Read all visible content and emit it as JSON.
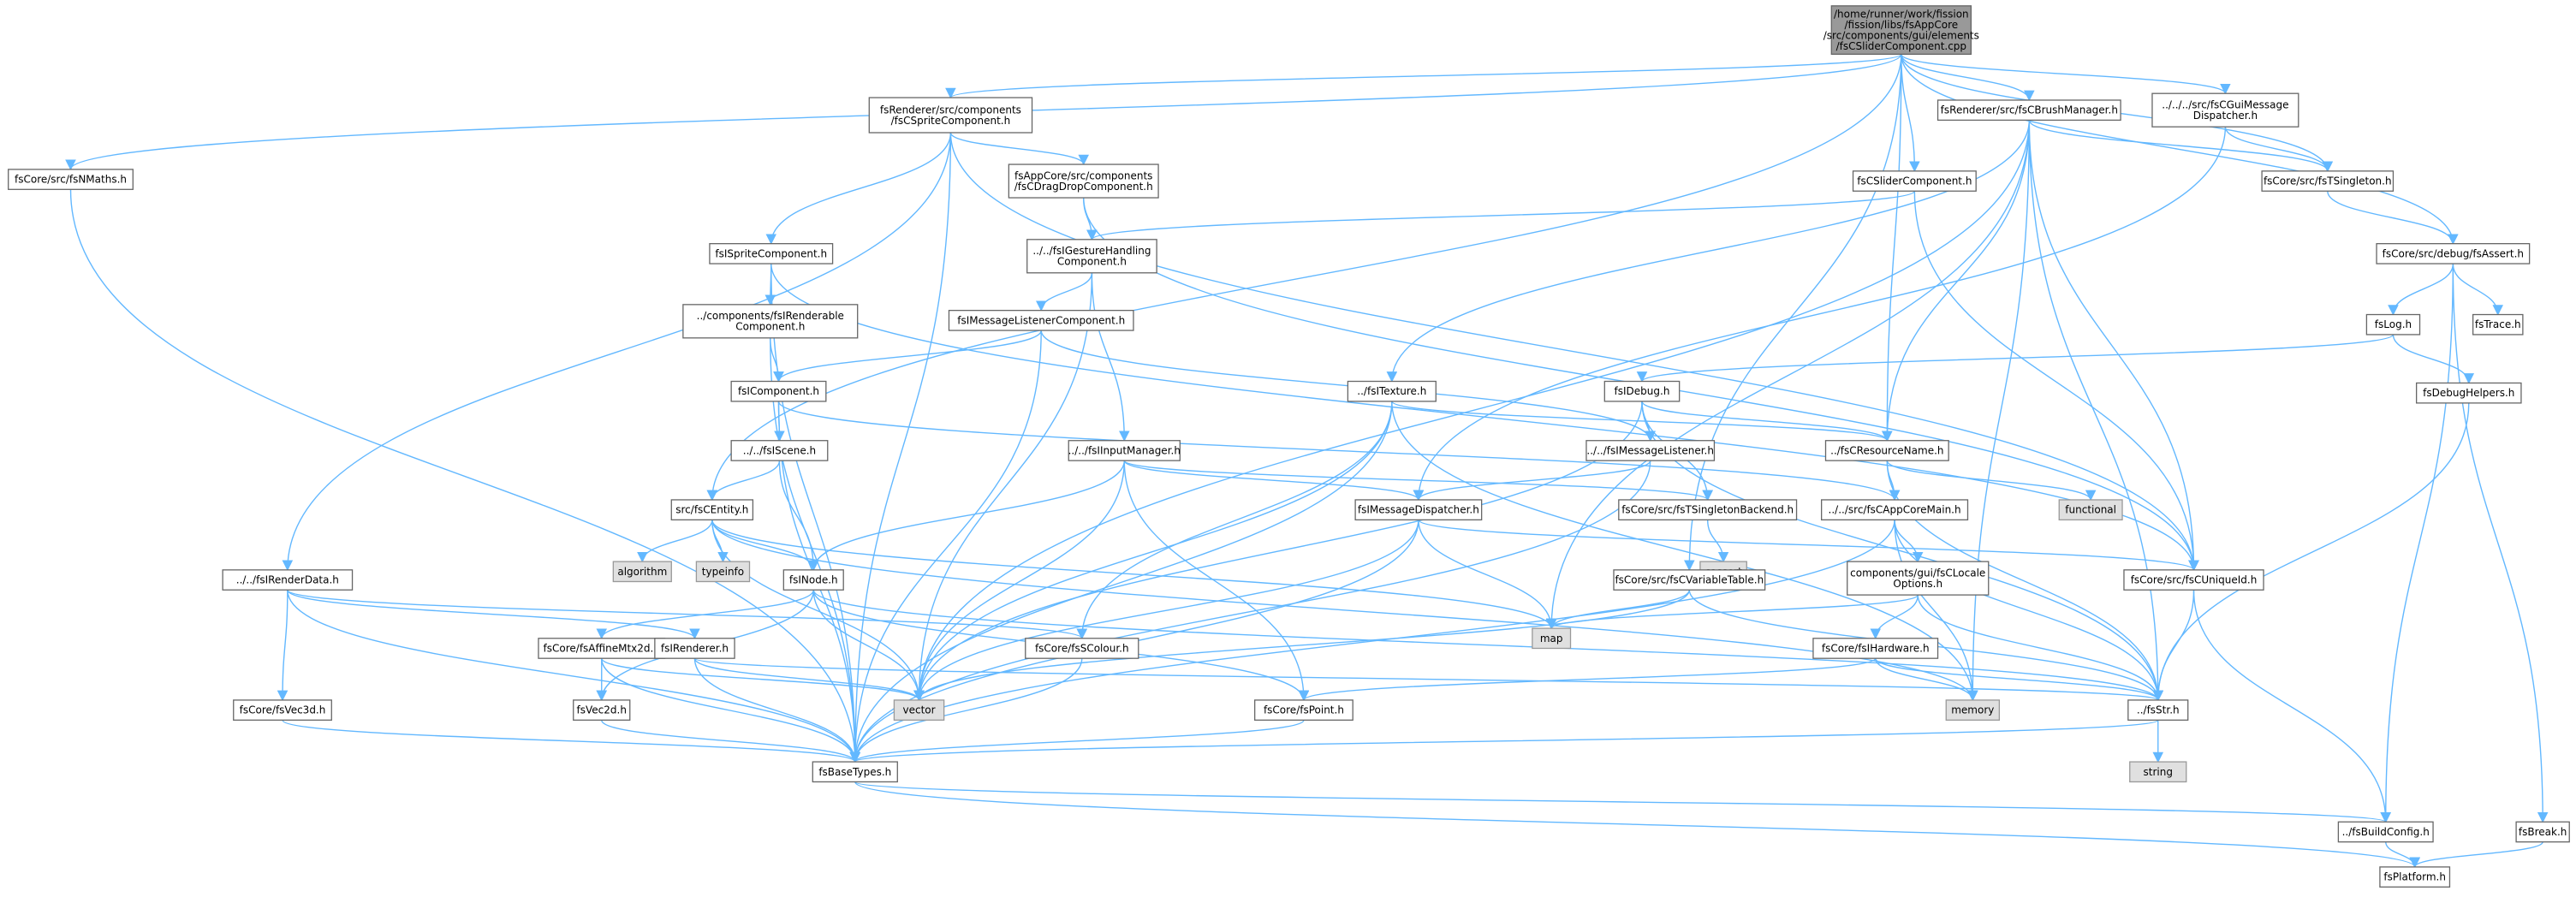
{
  "diagram": {
    "colors": {
      "edge": "#63b8ff",
      "node_border": "#666666",
      "root_fill": "#999999",
      "system_fill": "#e0e0e0"
    },
    "nodes": [
      {
        "id": "root",
        "lines": [
          "/home/runner/work/fission",
          "/fission/libs/fsAppCore",
          "/src/components/gui/elements",
          "/fsCSliderComponent.cpp"
        ],
        "kind": "root"
      },
      {
        "id": "nmaths",
        "lines": [
          "fsCore/src/fsNMaths.h"
        ]
      },
      {
        "id": "spritecomp",
        "lines": [
          "fsRenderer/src/components",
          "/fsCSpriteComponent.h"
        ]
      },
      {
        "id": "brushmgr",
        "lines": [
          "fsRenderer/src/fsCBrushManager.h"
        ]
      },
      {
        "id": "guimsg",
        "lines": [
          "../../../src/fsCGuiMessage",
          "Dispatcher.h"
        ]
      },
      {
        "id": "dragdrop",
        "lines": [
          "fsAppCore/src/components",
          "/fsCDragDropComponent.h"
        ]
      },
      {
        "id": "slidercomp",
        "lines": [
          "fsCSliderComponent.h"
        ]
      },
      {
        "id": "tsingleton",
        "lines": [
          "fsCore/src/fsTSingleton.h"
        ]
      },
      {
        "id": "assert",
        "lines": [
          "fsCore/src/debug/fsAssert.h"
        ]
      },
      {
        "id": "ispritecomp",
        "lines": [
          "fsISpriteComponent.h"
        ]
      },
      {
        "id": "gesture",
        "lines": [
          "../../fsIGestureHandling",
          "Component.h"
        ]
      },
      {
        "id": "renderable",
        "lines": [
          "../components/fsIRenderable",
          "Component.h"
        ]
      },
      {
        "id": "msglistcomp",
        "lines": [
          "fsIMessageListenerComponent.h"
        ]
      },
      {
        "id": "log",
        "lines": [
          "fsLog.h"
        ]
      },
      {
        "id": "trace",
        "lines": [
          "fsTrace.h"
        ]
      },
      {
        "id": "debughelpers",
        "lines": [
          "fsDebugHelpers.h"
        ]
      },
      {
        "id": "icomponent",
        "lines": [
          "fsIComponent.h"
        ]
      },
      {
        "id": "itexture",
        "lines": [
          "../fsITexture.h"
        ]
      },
      {
        "id": "idebug",
        "lines": [
          "fsIDebug.h"
        ]
      },
      {
        "id": "iscene",
        "lines": [
          "../../fsIScene.h"
        ]
      },
      {
        "id": "iinputmgr",
        "lines": [
          "../../fsIInputManager.h"
        ]
      },
      {
        "id": "imsglistener",
        "lines": [
          "../../fsIMessageListener.h"
        ]
      },
      {
        "id": "resname",
        "lines": [
          "../fsCResourceName.h"
        ]
      },
      {
        "id": "centity",
        "lines": [
          "src/fsCEntity.h"
        ]
      },
      {
        "id": "functional",
        "lines": [
          "functional"
        ],
        "kind": "sys"
      },
      {
        "id": "imsgdisp",
        "lines": [
          "fsIMessageDispatcher.h"
        ]
      },
      {
        "id": "tsingback",
        "lines": [
          "fsCore/src/fsTSingletonBackend.h"
        ]
      },
      {
        "id": "appcoremain",
        "lines": [
          "../../src/fsCAppCoreMain.h"
        ]
      },
      {
        "id": "algorithm",
        "lines": [
          "algorithm"
        ],
        "kind": "sys"
      },
      {
        "id": "typeinfo",
        "lines": [
          "typeinfo"
        ],
        "kind": "sys"
      },
      {
        "id": "cassert",
        "lines": [
          "cassert"
        ],
        "kind": "sys"
      },
      {
        "id": "irenderdata",
        "lines": [
          "../../fsIRenderData.h"
        ]
      },
      {
        "id": "inode",
        "lines": [
          "fsINode.h"
        ]
      },
      {
        "id": "vartable",
        "lines": [
          "fsCore/src/fsCVariableTable.h"
        ]
      },
      {
        "id": "locale",
        "lines": [
          "components/gui/fsCLocale",
          "Options.h"
        ]
      },
      {
        "id": "uniqueid",
        "lines": [
          "fsCore/src/fsCUniqueId.h"
        ]
      },
      {
        "id": "map",
        "lines": [
          "map"
        ],
        "kind": "sys"
      },
      {
        "id": "affine",
        "lines": [
          "fsCore/fsAffineMtx2d.h"
        ]
      },
      {
        "id": "irenderer",
        "lines": [
          "fsIRenderer.h"
        ]
      },
      {
        "id": "colour",
        "lines": [
          "fsCore/fsSColour.h"
        ]
      },
      {
        "id": "ihardware",
        "lines": [
          "fsCore/fsIHardware.h"
        ]
      },
      {
        "id": "vector",
        "lines": [
          "vector"
        ],
        "kind": "sys"
      },
      {
        "id": "memory",
        "lines": [
          "memory"
        ],
        "kind": "sys"
      },
      {
        "id": "vec3d",
        "lines": [
          "fsCore/fsVec3d.h"
        ]
      },
      {
        "id": "vec2d",
        "lines": [
          "fsVec2d.h"
        ]
      },
      {
        "id": "point",
        "lines": [
          "fsCore/fsPoint.h"
        ]
      },
      {
        "id": "str",
        "lines": [
          "../fsStr.h"
        ]
      },
      {
        "id": "basetypes",
        "lines": [
          "fsBaseTypes.h"
        ]
      },
      {
        "id": "string",
        "lines": [
          "string"
        ],
        "kind": "sys"
      },
      {
        "id": "buildconfig",
        "lines": [
          "../fsBuildConfig.h"
        ]
      },
      {
        "id": "break",
        "lines": [
          "fsBreak.h"
        ]
      },
      {
        "id": "platform",
        "lines": [
          "fsPlatform.h"
        ]
      }
    ],
    "edges": [
      [
        "root",
        "nmaths"
      ],
      [
        "root",
        "spritecomp"
      ],
      [
        "root",
        "brushmgr"
      ],
      [
        "root",
        "guimsg"
      ],
      [
        "root",
        "slidercomp"
      ],
      [
        "root",
        "tsingleton"
      ],
      [
        "root",
        "assert"
      ],
      [
        "root",
        "centity"
      ],
      [
        "root",
        "vartable"
      ],
      [
        "root",
        "resname"
      ],
      [
        "nmaths",
        "basetypes"
      ],
      [
        "spritecomp",
        "dragdrop"
      ],
      [
        "spritecomp",
        "ispritecomp"
      ],
      [
        "spritecomp",
        "irenderdata"
      ],
      [
        "spritecomp",
        "basetypes"
      ],
      [
        "spritecomp",
        "uniqueid"
      ],
      [
        "brushmgr",
        "tsingleton"
      ],
      [
        "brushmgr",
        "itexture"
      ],
      [
        "brushmgr",
        "vector"
      ],
      [
        "brushmgr",
        "map"
      ],
      [
        "brushmgr",
        "memory"
      ],
      [
        "brushmgr",
        "str"
      ],
      [
        "brushmgr",
        "uniqueid"
      ],
      [
        "brushmgr",
        "resname"
      ],
      [
        "guimsg",
        "tsingleton"
      ],
      [
        "guimsg",
        "imsgdisp"
      ],
      [
        "dragdrop",
        "gesture"
      ],
      [
        "dragdrop",
        "uniqueid"
      ],
      [
        "slidercomp",
        "gesture"
      ],
      [
        "slidercomp",
        "uniqueid"
      ],
      [
        "tsingleton",
        "assert"
      ],
      [
        "assert",
        "log"
      ],
      [
        "assert",
        "trace"
      ],
      [
        "assert",
        "break"
      ],
      [
        "assert",
        "buildconfig"
      ],
      [
        "ispritecomp",
        "renderable"
      ],
      [
        "ispritecomp",
        "basetypes"
      ],
      [
        "ispritecomp",
        "uniqueid"
      ],
      [
        "gesture",
        "msglistcomp"
      ],
      [
        "gesture",
        "iinputmgr"
      ],
      [
        "gesture",
        "vector"
      ],
      [
        "renderable",
        "icomponent"
      ],
      [
        "renderable",
        "basetypes"
      ],
      [
        "msglistcomp",
        "icomponent"
      ],
      [
        "msglistcomp",
        "imsglistener"
      ],
      [
        "msglistcomp",
        "basetypes"
      ],
      [
        "log",
        "idebug"
      ],
      [
        "log",
        "debughelpers"
      ],
      [
        "debughelpers",
        "str"
      ],
      [
        "icomponent",
        "iscene"
      ],
      [
        "icomponent",
        "appcoremain"
      ],
      [
        "icomponent",
        "basetypes"
      ],
      [
        "itexture",
        "resname"
      ],
      [
        "itexture",
        "colour"
      ],
      [
        "itexture",
        "basetypes"
      ],
      [
        "itexture",
        "vector"
      ],
      [
        "itexture",
        "memory"
      ],
      [
        "idebug",
        "resname"
      ],
      [
        "idebug",
        "imsglistener"
      ],
      [
        "idebug",
        "tsingback"
      ],
      [
        "idebug",
        "vector"
      ],
      [
        "idebug",
        "str"
      ],
      [
        "iscene",
        "centity"
      ],
      [
        "iscene",
        "inode"
      ],
      [
        "iinputmgr",
        "inode"
      ],
      [
        "iinputmgr",
        "imsgdisp"
      ],
      [
        "iinputmgr",
        "point"
      ],
      [
        "iinputmgr",
        "vector"
      ],
      [
        "iinputmgr",
        "tsingback"
      ],
      [
        "imsglistener",
        "imsgdisp"
      ],
      [
        "imsglistener",
        "basetypes"
      ],
      [
        "resname",
        "appcoremain"
      ],
      [
        "resname",
        "functional"
      ],
      [
        "resname",
        "str"
      ],
      [
        "centity",
        "algorithm"
      ],
      [
        "centity",
        "typeinfo"
      ],
      [
        "centity",
        "inode"
      ],
      [
        "centity",
        "vector"
      ],
      [
        "centity",
        "map"
      ],
      [
        "centity",
        "memory"
      ],
      [
        "imsgdisp",
        "uniqueid"
      ],
      [
        "imsgdisp",
        "map"
      ],
      [
        "imsgdisp",
        "vector"
      ],
      [
        "imsgdisp",
        "basetypes"
      ],
      [
        "tsingback",
        "cassert"
      ],
      [
        "appcoremain",
        "locale"
      ],
      [
        "appcoremain",
        "memory"
      ],
      [
        "appcoremain",
        "str"
      ],
      [
        "appcoremain",
        "basetypes"
      ],
      [
        "irenderdata",
        "vec3d"
      ],
      [
        "irenderdata",
        "colour"
      ],
      [
        "irenderdata",
        "irenderer"
      ],
      [
        "irenderdata",
        "basetypes"
      ],
      [
        "inode",
        "affine"
      ],
      [
        "inode",
        "vec2d"
      ],
      [
        "inode",
        "point"
      ],
      [
        "inode",
        "vector"
      ],
      [
        "inode",
        "str"
      ],
      [
        "vartable",
        "map"
      ],
      [
        "vartable",
        "str"
      ],
      [
        "vartable",
        "vector"
      ],
      [
        "locale",
        "ihardware"
      ],
      [
        "locale",
        "map"
      ],
      [
        "locale",
        "str"
      ],
      [
        "uniqueid",
        "str"
      ],
      [
        "uniqueid",
        "buildconfig"
      ],
      [
        "affine",
        "vec2d"
      ],
      [
        "affine",
        "vector"
      ],
      [
        "affine",
        "basetypes"
      ],
      [
        "irenderer",
        "basetypes"
      ],
      [
        "irenderer",
        "vector"
      ],
      [
        "irenderer",
        "str"
      ],
      [
        "colour",
        "basetypes"
      ],
      [
        "ihardware",
        "memory"
      ],
      [
        "ihardware",
        "str"
      ],
      [
        "ihardware",
        "point"
      ],
      [
        "vec3d",
        "basetypes"
      ],
      [
        "vec2d",
        "basetypes"
      ],
      [
        "point",
        "basetypes"
      ],
      [
        "str",
        "basetypes"
      ],
      [
        "str",
        "string"
      ],
      [
        "basetypes",
        "buildconfig"
      ],
      [
        "basetypes",
        "platform"
      ],
      [
        "buildconfig",
        "platform"
      ],
      [
        "break",
        "platform"
      ]
    ]
  }
}
